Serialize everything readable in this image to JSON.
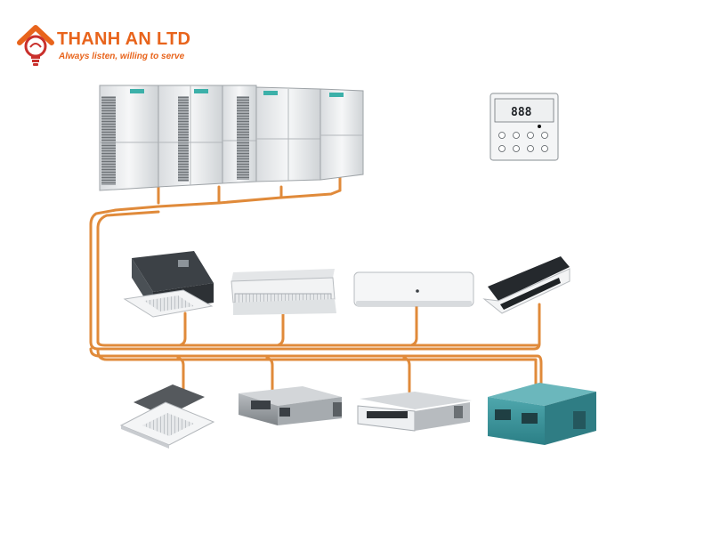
{
  "brand": {
    "name": "THANH AN LTD",
    "slogan": "Always listen, willing to serve",
    "color": "#e8641c"
  },
  "diagram": {
    "pipe_color": "#e08a3a",
    "outdoor_units": {
      "count": 4,
      "icon": "vrf-outdoor-unit-icon"
    },
    "controller": {
      "icon": "wired-controller-icon",
      "display": "888"
    },
    "indoor_units_row1": [
      {
        "icon": "ceiling-cassette-icon"
      },
      {
        "icon": "ceiling-floor-unit-icon"
      },
      {
        "icon": "wall-mounted-unit-icon"
      },
      {
        "icon": "one-way-cassette-icon"
      }
    ],
    "indoor_units_row2": [
      {
        "icon": "four-way-cassette-icon"
      },
      {
        "icon": "ducted-unit-icon"
      },
      {
        "icon": "slim-duct-unit-icon"
      },
      {
        "icon": "high-static-duct-icon"
      }
    ]
  }
}
